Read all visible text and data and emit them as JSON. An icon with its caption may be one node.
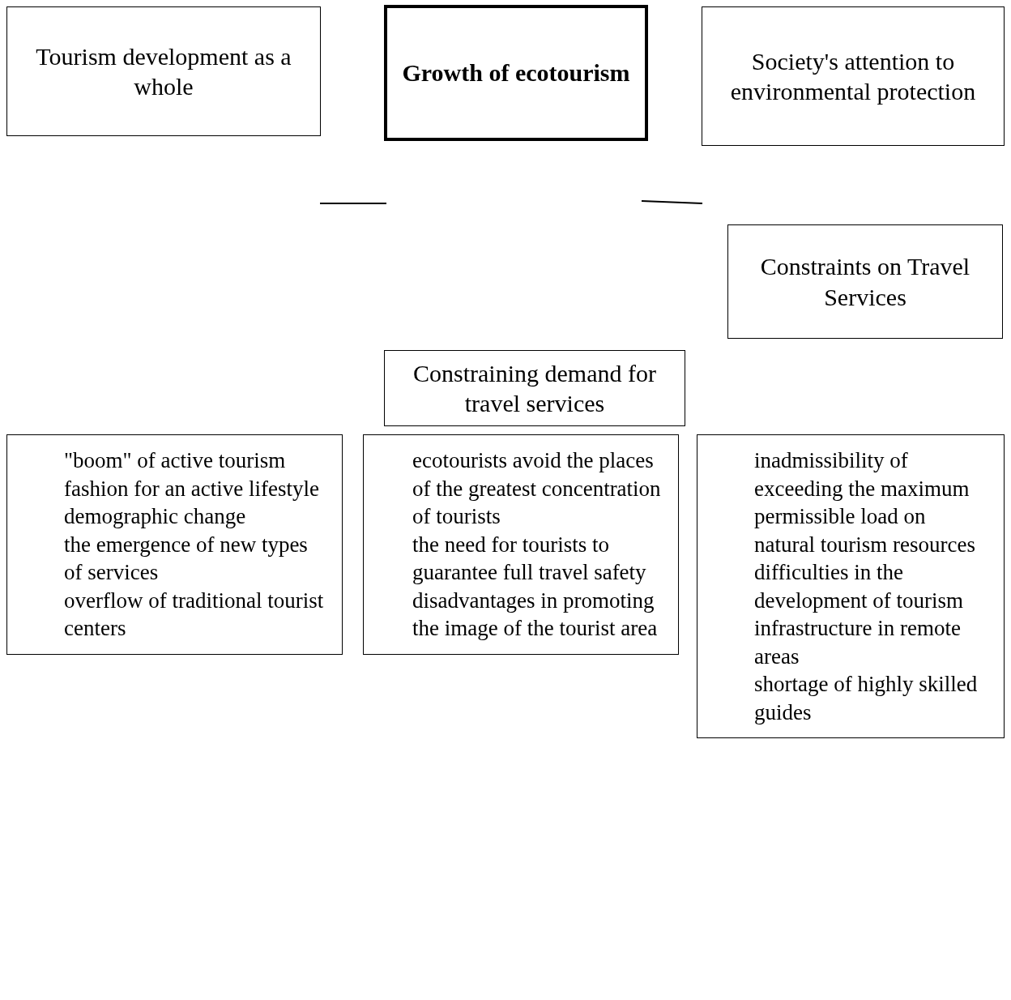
{
  "diagram": {
    "nodes": [
      {
        "text": [
          "Tourism development as a whole"
        ]
      },
      {
        "text": [
          "Growth of ecotourism"
        ]
      },
      {
        "text": [
          "Society's attention to environmental protection"
        ]
      },
      {
        "text": [
          "Constraints on Travel Services"
        ]
      },
      {
        "text": [
          "Constraining demand for travel services"
        ]
      },
      {
        "text": [
          "\"boom\" of active tourism",
          "fashion for an active lifestyle",
          "demographic change",
          "the emergence of new types of services",
          "overflow of traditional tourist centers"
        ]
      },
      {
        "text": [
          "ecotourists avoid the places of the greatest concentration of tourists",
          "the need for tourists to guarantee full travel safety",
          "disadvantages in promoting the image of the tourist area"
        ]
      },
      {
        "text": [
          "inadmissibility of exceeding the maximum permissible load on natural tourism resources",
          "difficulties in the development of tourism infrastructure in remote areas",
          "shortage of highly skilled guides"
        ]
      }
    ]
  }
}
